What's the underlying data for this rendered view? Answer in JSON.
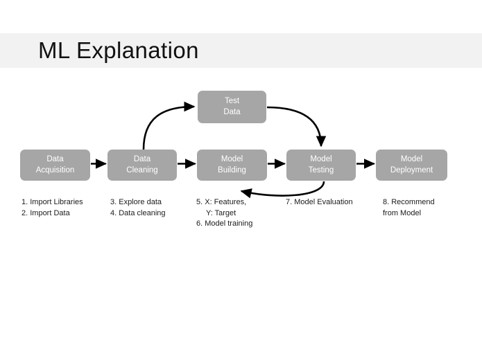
{
  "slide": {
    "title": "ML Explanation",
    "background_color": "#ffffff",
    "banner_color": "#f2f2f2"
  },
  "diagram": {
    "type": "flowchart",
    "node_fill": "#a6a6a6",
    "node_text_color": "#ffffff",
    "arrow_color": "#000000",
    "nodes": [
      {
        "id": "data-acquisition",
        "line1": "Data",
        "line2": "Acquisition"
      },
      {
        "id": "data-cleaning",
        "line1": "Data",
        "line2": "Cleaning"
      },
      {
        "id": "model-building",
        "line1": "Model",
        "line2": "Building"
      },
      {
        "id": "model-testing",
        "line1": "Model",
        "line2": "Testing"
      },
      {
        "id": "model-deployment",
        "line1": "Model",
        "line2": "Deployment"
      },
      {
        "id": "test-data",
        "line1": "Test",
        "line2": "Data"
      }
    ],
    "edges": [
      {
        "from": "data-acquisition",
        "to": "data-cleaning",
        "style": "straight"
      },
      {
        "from": "data-cleaning",
        "to": "model-building",
        "style": "straight"
      },
      {
        "from": "data-cleaning",
        "to": "test-data",
        "style": "curved-up"
      },
      {
        "from": "test-data",
        "to": "model-testing",
        "style": "curved-down"
      },
      {
        "from": "model-building",
        "to": "model-testing",
        "style": "straight"
      },
      {
        "from": "model-testing",
        "to": "model-building",
        "style": "curved-loop-back"
      },
      {
        "from": "model-testing",
        "to": "model-deployment",
        "style": "straight"
      }
    ]
  },
  "captions": {
    "group1": {
      "line1": "1. Import Libraries",
      "line2": "2. Import Data"
    },
    "group2": {
      "line1": "3. Explore data",
      "line2": "4. Data cleaning"
    },
    "group3": {
      "line1": "5. X: Features,",
      "line2": "Y: Target",
      "line3": "6. Model training"
    },
    "group4": {
      "line1": "7. Model Evaluation"
    },
    "group5": {
      "line1": "8. Recommend",
      "line2": "from Model"
    }
  }
}
